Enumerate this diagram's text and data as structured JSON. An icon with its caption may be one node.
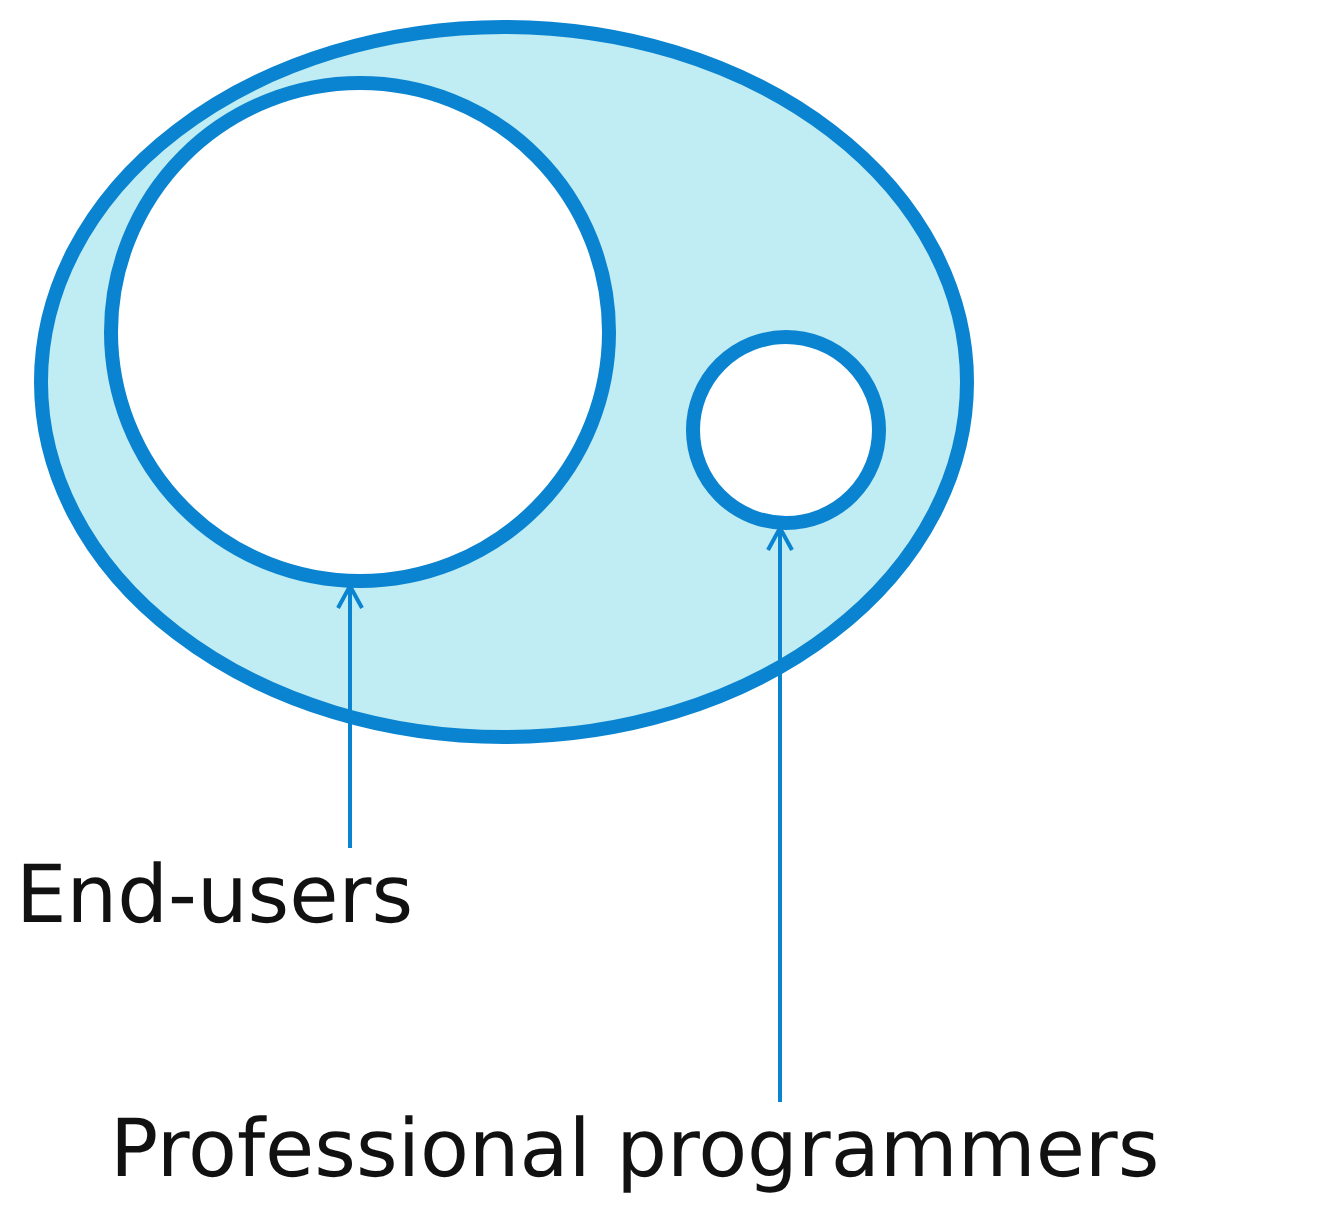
{
  "diagram": {
    "nodes": [
      {
        "text": [],
        "shape": "ellipse"
      },
      {
        "text": [],
        "shape": "circle",
        "in": 0
      },
      {
        "text": [],
        "shape": "circle",
        "in": 0
      },
      {
        "text": [
          "End-users"
        ]
      },
      {
        "text": [
          "Professional programmers"
        ]
      }
    ],
    "edges": [
      {
        "from": 3,
        "to": 1,
        "arrow": "to"
      },
      {
        "from": 4,
        "to": 2,
        "arrow": "to"
      }
    ]
  }
}
